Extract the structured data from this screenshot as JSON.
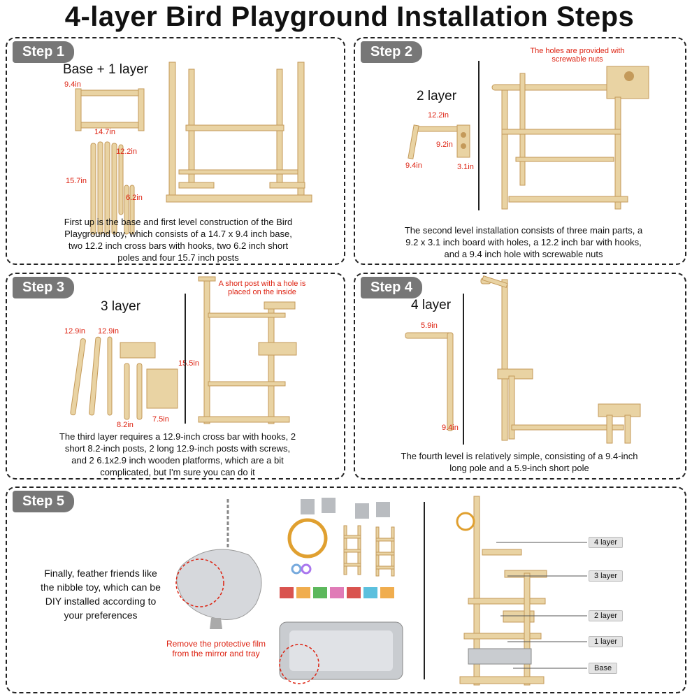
{
  "title": "4-layer Bird Playground Installation Steps",
  "step1": {
    "badge": "Step 1",
    "label": "Base + 1 layer",
    "dims": [
      "9.4in",
      "14.7in",
      "12.2in",
      "15.7in",
      "6.2in"
    ],
    "desc": "First up is the base and first level construction of the Bird Playground toy, which consists of a 14.7 x 9.4 inch base, two 12.2 inch cross bars with hooks, two 6.2 inch short poles and four 15.7 inch posts"
  },
  "step2": {
    "badge": "Step 2",
    "label": "2 layer",
    "dims": [
      "12.2in",
      "9.2in",
      "9.4in",
      "3.1in"
    ],
    "note": "The holes are provided with screwable nuts",
    "desc": "The second level installation consists of three main parts, a 9.2 x 3.1 inch board with holes, a 12.2 inch bar with hooks, and a 9.4 inch hole with screwable nuts"
  },
  "step3": {
    "badge": "Step 3",
    "label": "3 layer",
    "dims": [
      "12.9in",
      "12.9in",
      "15.5in",
      "8.2in",
      "7.5in"
    ],
    "note": "A short post with a hole is placed on the inside",
    "desc": "The third layer requires a 12.9-inch cross bar with hooks, 2 short 8.2-inch posts, 2 long 12.9-inch posts with screws, and 2 6.1x2.9 inch wooden platforms, which are a bit complicated, but I'm sure you can do it"
  },
  "step4": {
    "badge": "Step 4",
    "label": "4 layer",
    "dims": [
      "5.9in",
      "9.4in"
    ],
    "desc": "The fourth level is relatively simple, consisting of a 9.4-inch long pole and a 5.9-inch short pole"
  },
  "step5": {
    "badge": "Step 5",
    "desc": "Finally, feather friends like the nibble toy, which can be DIY installed according to your preferences",
    "note": "Remove the protective film from the mirror and tray",
    "tags": [
      "4 layer",
      "3 layer",
      "2 layer",
      "1 layer",
      "Base"
    ]
  }
}
